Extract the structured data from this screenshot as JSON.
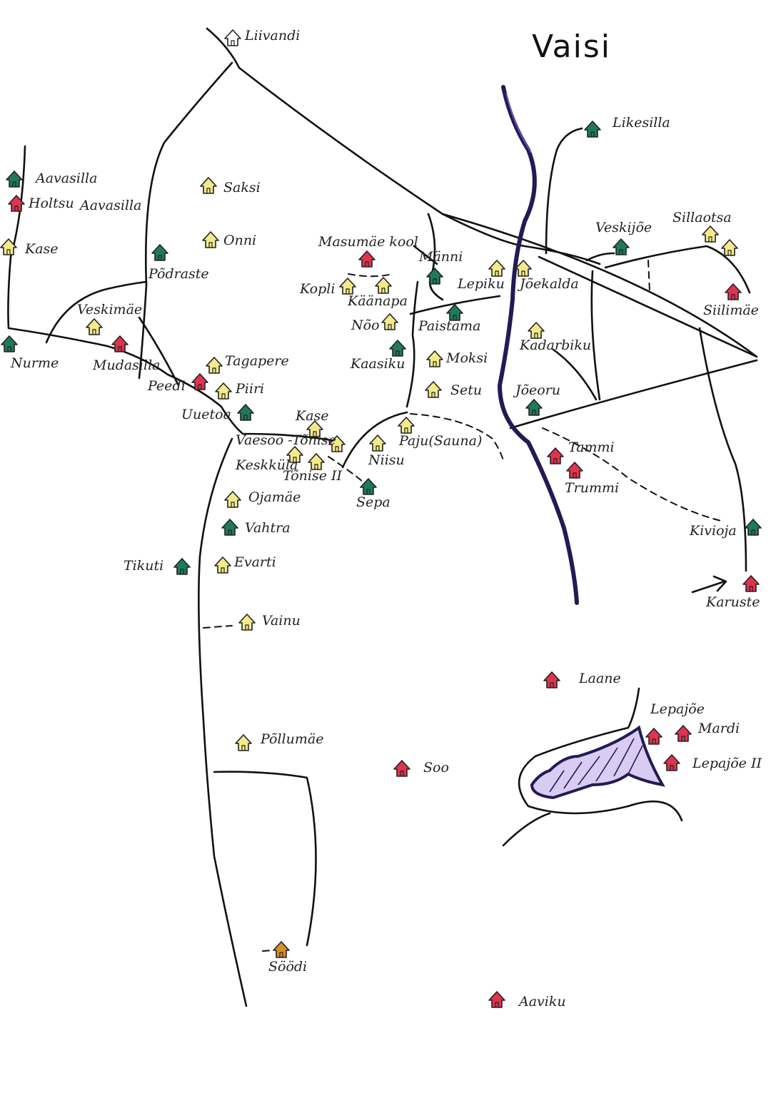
{
  "map": {
    "title": "Vaisi",
    "colors": {
      "yellow": "#f3ea8c",
      "green": "#1f7a5c",
      "red": "#e0334f",
      "orange": "#d98e2a",
      "white": "#ffffff",
      "river": "#231a55",
      "lake": "#d9ccf2"
    },
    "places": [
      {
        "id": "liivandi",
        "label": "Liivandi",
        "color": "white"
      },
      {
        "id": "aavasilla-1",
        "label": "Aavasilla",
        "color": "green"
      },
      {
        "id": "holtsu",
        "label": "Holtsu",
        "color": "red"
      },
      {
        "id": "aavasilla-2",
        "label": "Aavasilla",
        "color": "none"
      },
      {
        "id": "kase-west",
        "label": "Kase",
        "color": "yellow"
      },
      {
        "id": "saksi",
        "label": "Saksi",
        "color": "yellow"
      },
      {
        "id": "onni",
        "label": "Onni",
        "color": "yellow"
      },
      {
        "id": "podraste",
        "label": "Põdraste",
        "color": "green"
      },
      {
        "id": "veskimae",
        "label": "Veskimäe",
        "color": "yellow"
      },
      {
        "id": "nurme",
        "label": "Nurme",
        "color": "green"
      },
      {
        "id": "mudasilla",
        "label": "Mudasilla",
        "color": "red"
      },
      {
        "id": "tagapere",
        "label": "Tagapere",
        "color": "yellow"
      },
      {
        "id": "peedi",
        "label": "Peedi",
        "color": "red"
      },
      {
        "id": "piiri",
        "label": "Piiri",
        "color": "yellow"
      },
      {
        "id": "uuetoa",
        "label": "Uuetoa",
        "color": "green"
      },
      {
        "id": "masumae-kool",
        "label": "Masumäe kool",
        "color": "red"
      },
      {
        "id": "manni",
        "label": "Männi",
        "color": "green"
      },
      {
        "id": "kopli",
        "label": "Kopli",
        "color": "yellow"
      },
      {
        "id": "kaanapa",
        "label": "Käänapa",
        "color": "yellow"
      },
      {
        "id": "noo",
        "label": "Nõo",
        "color": "yellow"
      },
      {
        "id": "paistama",
        "label": "Paistama",
        "color": "green"
      },
      {
        "id": "kaasiku",
        "label": "Kaasiku",
        "color": "green"
      },
      {
        "id": "moksi",
        "label": "Moksi",
        "color": "yellow"
      },
      {
        "id": "setu",
        "label": "Setu",
        "color": "yellow"
      },
      {
        "id": "kase-center",
        "label": "Kase",
        "color": "yellow"
      },
      {
        "id": "vaesoo-tonise",
        "label": "Vaesoo -Tõnise",
        "color": "yellow"
      },
      {
        "id": "keskkula",
        "label": "Keskküla",
        "color": "yellow"
      },
      {
        "id": "tonise-ii",
        "label": "Tõnise II",
        "color": "yellow"
      },
      {
        "id": "paju-sauna",
        "label": "Paju(Sauna)",
        "color": "yellow"
      },
      {
        "id": "niisu",
        "label": "Niisu",
        "color": "yellow"
      },
      {
        "id": "sepa",
        "label": "Sepa",
        "color": "green"
      },
      {
        "id": "lepiku",
        "label": "Lepiku",
        "color": "yellow"
      },
      {
        "id": "joekalda",
        "label": "Jõekalda",
        "color": "yellow"
      },
      {
        "id": "kadarbiku",
        "label": "Kadarbiku",
        "color": "yellow"
      },
      {
        "id": "joeoru",
        "label": "Jõeoru",
        "color": "green"
      },
      {
        "id": "tammi",
        "label": "Tammi",
        "color": "red"
      },
      {
        "id": "trummi",
        "label": "Trummi",
        "color": "red"
      },
      {
        "id": "likesilla",
        "label": "Likesilla",
        "color": "green"
      },
      {
        "id": "veskijoe",
        "label": "Veskijõe",
        "color": "green"
      },
      {
        "id": "sillaotsa",
        "label": "Sillaotsa",
        "color": "yellow"
      },
      {
        "id": "siilimae",
        "label": "Siilimäe",
        "color": "red"
      },
      {
        "id": "kivioja",
        "label": "Kivioja",
        "color": "green"
      },
      {
        "id": "karuste",
        "label": "Karuste",
        "color": "red"
      },
      {
        "id": "ojamae",
        "label": "Ojamäe",
        "color": "yellow"
      },
      {
        "id": "vahtra",
        "label": "Vahtra",
        "color": "green"
      },
      {
        "id": "tikuti",
        "label": "Tikuti",
        "color": "green"
      },
      {
        "id": "evarti",
        "label": "Evarti",
        "color": "yellow"
      },
      {
        "id": "vainu",
        "label": "Vainu",
        "color": "yellow"
      },
      {
        "id": "pollumae",
        "label": "Põllumäe",
        "color": "yellow"
      },
      {
        "id": "soo",
        "label": "Soo",
        "color": "red"
      },
      {
        "id": "laane",
        "label": "Laane",
        "color": "red"
      },
      {
        "id": "lepajoe",
        "label": "Lepajõe",
        "color": "red"
      },
      {
        "id": "mardi",
        "label": "Mardi",
        "color": "red"
      },
      {
        "id": "lepajoe-ii",
        "label": "Lepajõe II",
        "color": "red"
      },
      {
        "id": "soodi",
        "label": "Söödi",
        "color": "orange"
      },
      {
        "id": "aaviku",
        "label": "Aaviku",
        "color": "red"
      }
    ]
  }
}
